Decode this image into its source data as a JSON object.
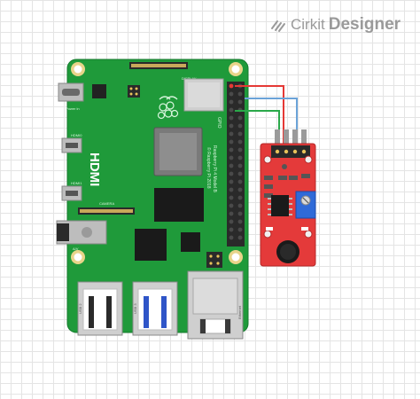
{
  "logo": {
    "brand": "Cirkit",
    "product": "Designer",
    "icon": "cirkit-logo-icon",
    "color": "#9a9a9a"
  },
  "board": {
    "hdmi_label": "HDMI",
    "model_text_1": "Raspberry Pi 4 Model B",
    "model_text_2": "© Raspberry Pi 2018",
    "gpio_label": "GPIO",
    "power_label": "Power in",
    "camera_label": "CAMERA",
    "display_label": "DISPLAY",
    "audio_label": "A/V",
    "usb2_label": "USB 2",
    "usb3_label": "USB 3",
    "ethernet_label": "Ethernet",
    "hdmi0_label": "HDMI0",
    "hdmi1_label": "HDMI1",
    "color": "#1f9a3a"
  },
  "sensor": {
    "color": "#e43a3a"
  },
  "wires": {
    "vcc_color": "#e53935",
    "gnd_color": "#6ba3d8",
    "signal_color": "#2aa84a"
  }
}
